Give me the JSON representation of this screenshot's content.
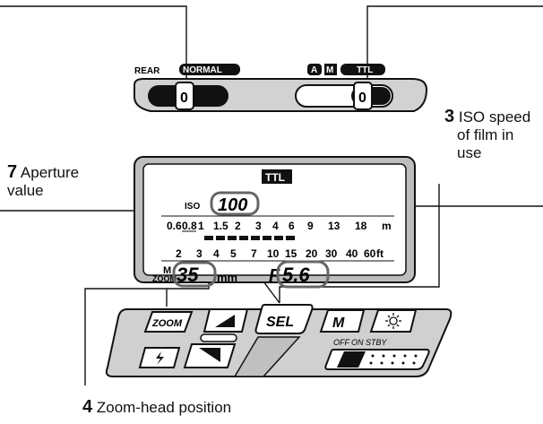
{
  "callouts": {
    "aperture": {
      "number": "7",
      "line1": "Aperture",
      "line2": "value"
    },
    "iso": {
      "number": "3",
      "line1": "ISO speed",
      "line2": "of film in",
      "line3": "use"
    },
    "zoom": {
      "number": "4",
      "line1": "Zoom-head position"
    }
  },
  "switches": {
    "rear_label": "REAR",
    "normal_label": "NORMAL",
    "mode_a": "A",
    "mode_m": "M",
    "mode_ttl": "TTL",
    "rear_knob": "0",
    "mode_knob": "0"
  },
  "lcd": {
    "ttl_badge": "TTL",
    "iso_label": "ISO",
    "iso_value": "100",
    "scale_m": [
      "0.6",
      "0.8",
      "1",
      "1.5",
      "2",
      "3",
      "4",
      "6",
      "9",
      "13",
      "18"
    ],
    "unit_m": "m",
    "scale_ft": [
      "2",
      "3",
      "4",
      "5",
      "7",
      "10",
      "15",
      "20",
      "30",
      "40",
      "60"
    ],
    "unit_ft": "ft",
    "zoom_m": "M",
    "zoom_label": "ZOOM",
    "zoom_value": "35",
    "zoom_unit": "mm",
    "f_label": "F",
    "aperture_value": "5.6"
  },
  "buttons": {
    "zoom": "ZOOM",
    "sel": "SEL",
    "m": "M",
    "power_off": "OFF",
    "power_on": "ON",
    "power_stby": "STBY"
  },
  "icons": {
    "up": "triangle-up-icon",
    "down": "triangle-down-icon",
    "flash": "lightning-icon",
    "light": "sun-icon"
  }
}
